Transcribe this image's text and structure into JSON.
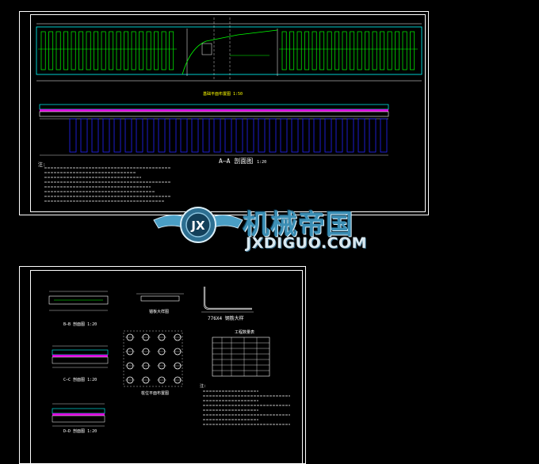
{
  "sheet1": {
    "plan_title": "基础平面布置图 1:50",
    "section_title": "A—A 剖面图",
    "section_scale": "1:20",
    "note_mark": "注:"
  },
  "sheet2": {
    "section_b_title": "B—B 剖面图",
    "section_c_title": "C—C 剖面图",
    "section_d_title": "D—D 剖面图",
    "scale_small": "1:20",
    "anchor_title": "锚板大样图",
    "bolt_title": "776X4 钢筋大样",
    "pile_title": "桩位平面布置图",
    "table_title": "工程数量表",
    "note_mark": "注:"
  },
  "watermark": {
    "cn": "机械帝国",
    "en": "JXDIGUO.COM",
    "emblem": "JX"
  },
  "colors": {
    "background": "#000000",
    "frame": "#ffffff",
    "rebar": "#00ff00",
    "pile": "#2222ff",
    "dimension": "#00ffff",
    "accent": "#ff00ff",
    "annotation": "#ffff00",
    "watermark": "#3c8fb5"
  }
}
